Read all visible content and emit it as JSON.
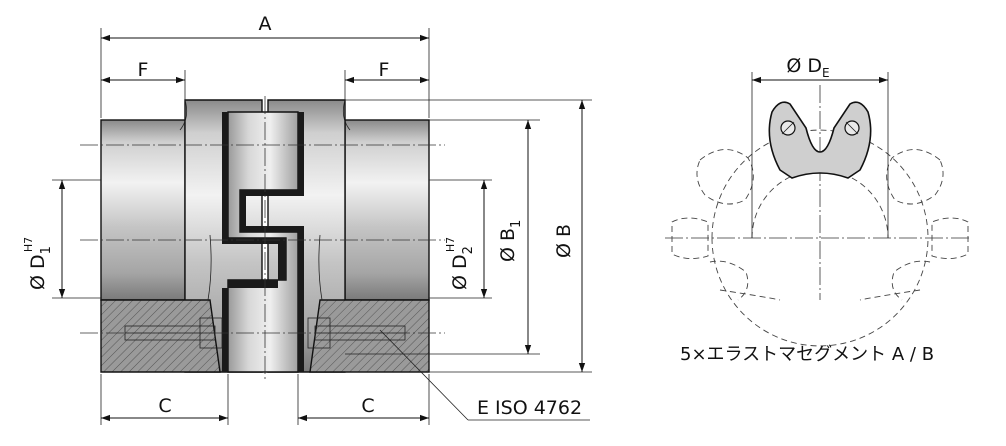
{
  "dimensions": {
    "A": "A",
    "F_left": "F",
    "F_right": "F",
    "C_left": "C",
    "C_right": "C",
    "D1": "Ø D",
    "D1_sub": "1",
    "D1_sup": "H7",
    "D2": "Ø D",
    "D2_sub": "2",
    "D2_sup": "H7",
    "B1": "Ø B",
    "B1_sub": "1",
    "B": "Ø B",
    "DE": "Ø D",
    "DE_sub": "E"
  },
  "callouts": {
    "screw": "E ISO 4762",
    "segments": "5×エラストマセグメント A / B"
  },
  "colors": {
    "metal_light": "#e6e6e6",
    "metal_mid": "#b8b8b8",
    "metal_dark": "#7a7a7a",
    "section_fill": "#8c8c8c",
    "elastomer": "#1a1a1a"
  }
}
